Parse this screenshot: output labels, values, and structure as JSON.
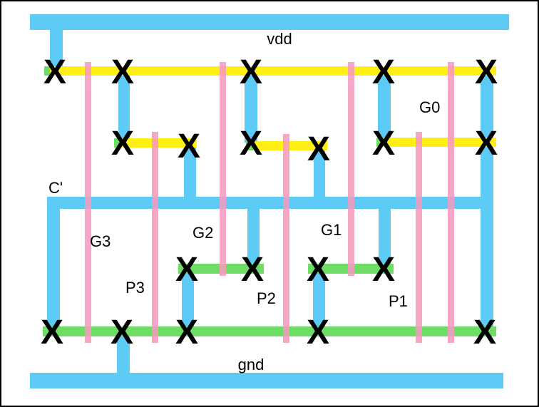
{
  "colors": {
    "metal": "#5ecbf7",
    "poly": "#f69bbf",
    "pdiff": "#ffef14",
    "ndiff": "#6fdc66",
    "contact": "#000000",
    "border": "#000000",
    "background": "#ffffff"
  },
  "labels": {
    "vdd": "vdd",
    "gnd": "gnd",
    "c_prime": "C'",
    "g0": "G0",
    "g1": "G1",
    "g2": "G2",
    "g3": "G3",
    "p1": "P1",
    "p2": "P2",
    "p3": "P3"
  },
  "contact_mark": "X"
}
